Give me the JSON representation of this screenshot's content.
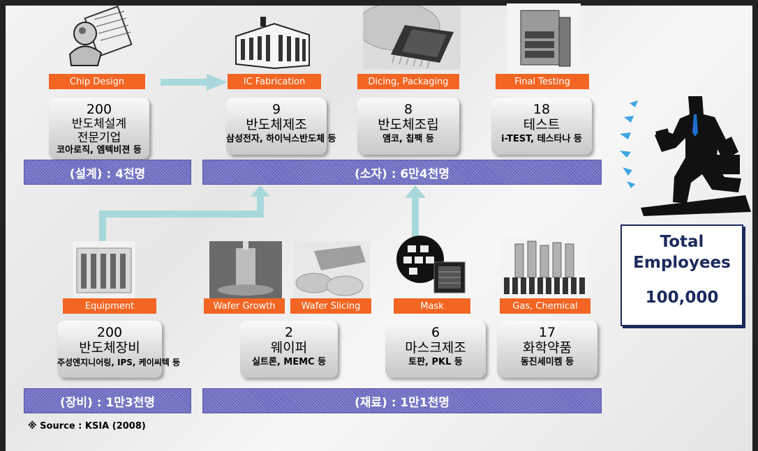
{
  "labels": {
    "chip_design": "Chip Design",
    "ic_fabrication": "IC Fabrication",
    "dicing_packaging": "Dicing, Packaging",
    "final_testing": "Final Testing",
    "equipment": "Equipment",
    "wafer_growth": "Wafer Growth",
    "wafer_slicing": "Wafer Slicing",
    "mask": "Mask",
    "gas_chemical": "Gas, Chemical"
  },
  "boxes": {
    "design": {
      "num": "200",
      "name": "반도체설계",
      "name2": "전문기업",
      "sub": "코아로직, 엠텍비젼 등"
    },
    "fab": {
      "num": "9",
      "name": "반도체제조",
      "sub": "삼성전자, 하이닉스반도체 등"
    },
    "assembly": {
      "num": "8",
      "name": "반도체조립",
      "sub": "앰코, 칩팩 등"
    },
    "test": {
      "num": "18",
      "name": "테스트",
      "sub": "i-TEST, 테스타나 등"
    },
    "equipment": {
      "num": "200",
      "name": "반도체장비",
      "sub": "주성엔지니어링, IPS, 케이씨텍 등"
    },
    "wafer": {
      "num": "2",
      "name": "웨이퍼",
      "sub": "실트론, MEMC 등"
    },
    "mask": {
      "num": "6",
      "name": "마스크제조",
      "sub": "토판, PKL 등"
    },
    "chemical": {
      "num": "17",
      "name": "화학약품",
      "sub": "동진세미켐 등"
    }
  },
  "bars": {
    "design": "(설계) : 4천명",
    "device": "(소자) : 6만4천명",
    "equipment": "(장비) : 1만3천명",
    "material": "(재료) : 1만1천명"
  },
  "total": {
    "line1": "Total",
    "line2": "Employees",
    "value": "100,000"
  },
  "source": "※ Source : KSIA (2008)",
  "colors": {
    "label_bg": "#f26522",
    "bar_bg": "#6f6fc6",
    "arrow": "#a8d8dc",
    "total_text": "#1b2a5c"
  }
}
